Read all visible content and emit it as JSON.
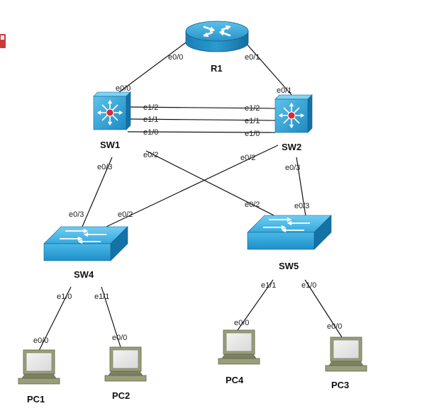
{
  "devices": {
    "R1": "R1",
    "SW1": "SW1",
    "SW2": "SW2",
    "SW4": "SW4",
    "SW5": "SW5",
    "PC1": "PC1",
    "PC2": "PC2",
    "PC3": "PC3",
    "PC4": "PC4"
  },
  "ports": {
    "r1_e00": "e0/0",
    "r1_e01": "e0/1",
    "sw1_e00": "e0/0",
    "sw2_e01": "e0/1",
    "sw1_e12": "e1/2",
    "sw2_e12": "e1/2",
    "sw1_e11": "e1/1",
    "sw2_e11": "e1/1",
    "sw1_e10": "e1/0",
    "sw2_e10": "e1/0",
    "sw1_e02": "e0/2",
    "sw2_e02": "e0/2",
    "sw1_e03": "e0/3",
    "sw2_e03": "e0/3",
    "sw4_e03": "e0/3",
    "sw4_e02": "e0/2",
    "sw5_e02": "e0/2",
    "sw5_e03": "e0/3",
    "sw4_e10": "e1/0",
    "sw4_e11": "e1/1",
    "sw5_e11": "e1/1",
    "sw5_e10": "e1/0",
    "pc1_e00": "e0/0",
    "pc2_e00": "e0/0",
    "pc4_e00": "e0/0",
    "pc3_e00": "e0/0"
  },
  "colors": {
    "router_top": "#3aa8d8",
    "router_body": "#1a7fb3",
    "switch_face": "#2aa0d8",
    "switch_side": "#1279b0",
    "l3_dot": "#e0263a",
    "pc_body": "#9a9e7a",
    "pc_dark": "#5e6248"
  },
  "icons": {
    "router": "router-icon",
    "multilayer_switch": "multilayer-switch-icon",
    "switch": "switch-icon",
    "pc": "pc-icon"
  }
}
